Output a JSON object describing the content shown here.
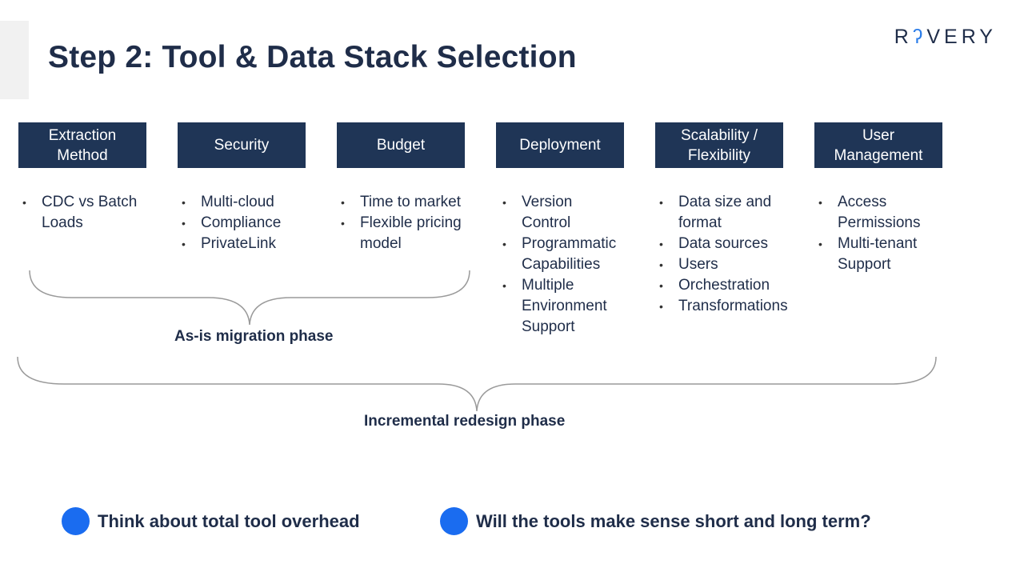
{
  "slide": {
    "title": "Step 2: Tool & Data Stack Selection",
    "logo": {
      "part1": "R",
      "dot": "ʔ",
      "part2": "VERY"
    },
    "colors": {
      "box": "#1f3556",
      "text": "#1f2d49",
      "dot": "#1a6cf0"
    }
  },
  "categories": [
    {
      "label": "Extraction\nMethod",
      "bullets": [
        "CDC vs Batch\nLoads"
      ]
    },
    {
      "label": "Security",
      "bullets": [
        "Multi-cloud",
        "Compliance",
        "PrivateLink"
      ]
    },
    {
      "label": "Budget",
      "bullets": [
        "Time to market",
        "Flexible pricing\nmodel"
      ]
    },
    {
      "label": "Deployment",
      "bullets": [
        "Version\nControl",
        "Programmatic\nCapabilities",
        "Multiple\nEnvironment\nSupport"
      ]
    },
    {
      "label": "Scalability /\nFlexibility",
      "bullets": [
        "Data size and\nformat",
        "Data sources",
        "Users",
        "Orchestration",
        "Transformations"
      ]
    },
    {
      "label": "User\nManagement",
      "bullets": [
        "Access\nPermissions",
        "Multi-tenant\nSupport"
      ]
    }
  ],
  "phases": {
    "as_is": "As-is migration phase",
    "incremental": "Incremental redesign phase"
  },
  "takeaways": [
    "Think about total tool overhead",
    "Will the tools make sense short and long term?"
  ]
}
